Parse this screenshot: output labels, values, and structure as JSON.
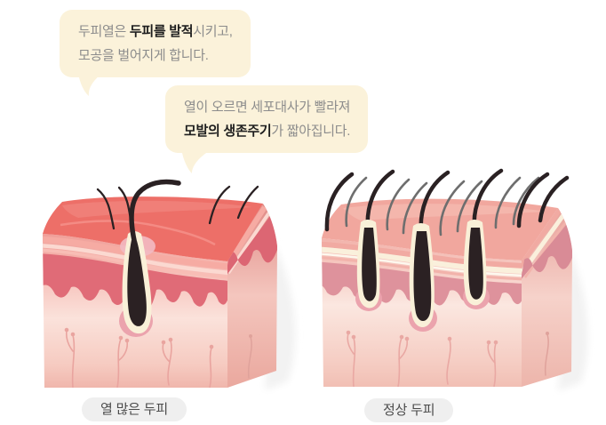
{
  "page": {
    "background_color": "#FFFFFF",
    "topic": "scalp heat infographic"
  },
  "callouts": [
    {
      "line1_pre": "두피열은 ",
      "line1_bold": "두피를 발적",
      "line1_post": "시키고,",
      "line2": "모공을 벌어지게 합니다.",
      "bg_color": "#FBF2DA",
      "text_color": "#8C8C8C",
      "bold_color": "#1E1E1E"
    },
    {
      "line1": "열이 오르면 세포대사가 빨라져",
      "line2_bold": "모발의 생존주기",
      "line2_post": "가 짧아집니다.",
      "bg_color": "#FBF2DA",
      "text_color": "#8C8C8C",
      "bold_color": "#1E1E1E"
    }
  ],
  "panels": [
    {
      "label": "열 많은 두피",
      "illustration": "inflamed-scalp-cube",
      "description": "red inflamed skin block, single enlarged hair follicle, sparse thin hairs, widened pore"
    },
    {
      "label": "정상 두피",
      "illustration": "normal-scalp-cube",
      "description": "healthy pink skin block, three hair follicles, dense hair strands"
    }
  ],
  "label_style": {
    "bg_color": "#EFEFEF",
    "text_color": "#4B4B4B"
  },
  "illustration_colors": {
    "hot_top_surface": "#ED6F68",
    "hot_dermis": "#E06B77",
    "normal_top_surface": "#F1A79E",
    "normal_dermis": "#DE929C",
    "epidermis_cream": "#FAF0DC",
    "epidermis_pink": "#F6ABA3",
    "hypodermis_light": "#FBE3DC",
    "hypodermis_pink": "#F3C1B7",
    "follicle_dark": "#2B2123",
    "follicle_sheath_cream": "#F9F0D8",
    "follicle_rim_pink": "#EBA3AD",
    "hair_dark": "#2A2123",
    "hair_gray": "#6E6E6E",
    "vessel_pink": "#E9A49F",
    "shadow_gray": "#F2F2F2"
  }
}
